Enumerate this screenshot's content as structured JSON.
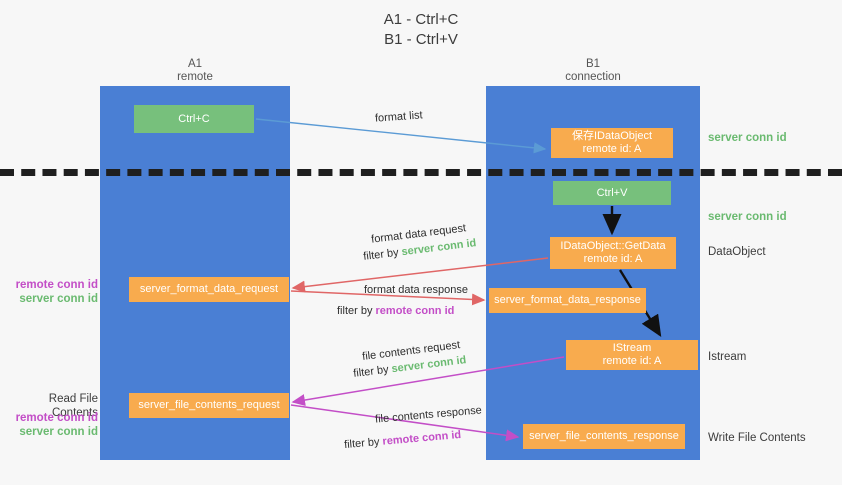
{
  "title": {
    "line1": "A1 - Ctrl+C",
    "line2": "B1 - Ctrl+V"
  },
  "lanes": {
    "a1": {
      "name": "A1",
      "role": "remote"
    },
    "b1": {
      "name": "B1",
      "role": "connection"
    }
  },
  "nodes": {
    "ctrl_c": {
      "line1": "Ctrl+C",
      "line2": ""
    },
    "idataobject": {
      "line1": "保存IDataObject",
      "line2": "remote id: A"
    },
    "ctrl_v": {
      "line1": "Ctrl+V",
      "line2": ""
    },
    "getdata": {
      "line1": "IDataObject::GetData",
      "line2": "remote id: A"
    },
    "format_data_request": {
      "line1": "server_format_data_request",
      "line2": ""
    },
    "format_data_response": {
      "line1": "server_format_data_response",
      "line2": ""
    },
    "istream": {
      "line1": "IStream",
      "line2": "remote id: A"
    },
    "file_contents_request": {
      "line1": "server_file_contents_request",
      "line2": ""
    },
    "file_contents_response": {
      "line1": "server_file_contents_response",
      "line2": ""
    }
  },
  "captions": {
    "format_list": "format list",
    "format_data_request": "format data request",
    "format_data_request_filter_prefix": "filter by ",
    "format_data_request_filter_value": "server conn id",
    "format_data_response": "format data response",
    "format_data_response_filter_prefix": "filter by ",
    "format_data_response_filter_value": "remote conn id",
    "file_contents_request": "file contents request",
    "file_contents_request_filter_prefix": "filter by ",
    "file_contents_request_filter_value": "server conn id",
    "file_contents_response": "file contents response",
    "file_contents_response_filter_prefix": "filter by ",
    "file_contents_response_filter_value": "remote conn id"
  },
  "side_labels": {
    "server_conn_id_top": "server conn id",
    "server_conn_id_mid": "server conn id",
    "dataobject": "DataObject",
    "istream": "Istream",
    "write_file_contents": "Write File Contents",
    "read_file_contents": "Read File Contents",
    "remote_conn_id": "remote conn id",
    "server_conn_id": "server conn id"
  },
  "colors": {
    "lane": "#4a7fd4",
    "green_node": "#77c07c",
    "orange_node": "#f8ab4e",
    "green_text": "#6aba70",
    "purple_text": "#c34ec7",
    "arrow_blue": "#5b9bd5",
    "arrow_red": "#e06666",
    "arrow_purple": "#c34ec7",
    "arrow_black": "#111111",
    "background": "#f7f7f7"
  }
}
